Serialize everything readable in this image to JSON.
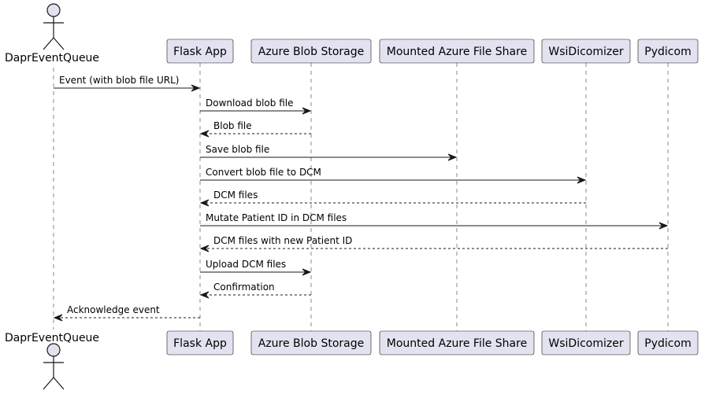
{
  "diagram": {
    "actor": {
      "name": "DaprEventQueue"
    },
    "participants": [
      {
        "id": "flask",
        "name": "Flask App"
      },
      {
        "id": "blob",
        "name": "Azure Blob Storage"
      },
      {
        "id": "share",
        "name": "Mounted Azure File Share"
      },
      {
        "id": "wsi",
        "name": "WsiDicomizer"
      },
      {
        "id": "pydicom",
        "name": "Pydicom"
      }
    ],
    "messages": [
      {
        "from": "actor",
        "to": "flask",
        "label": "Event (with blob file URL)",
        "kind": "call"
      },
      {
        "from": "flask",
        "to": "blob",
        "label": "Download blob file",
        "kind": "call"
      },
      {
        "from": "blob",
        "to": "flask",
        "label": "Blob file",
        "kind": "reply"
      },
      {
        "from": "flask",
        "to": "share",
        "label": "Save blob file",
        "kind": "call"
      },
      {
        "from": "flask",
        "to": "wsi",
        "label": "Convert blob file to DCM",
        "kind": "call"
      },
      {
        "from": "wsi",
        "to": "flask",
        "label": "DCM files",
        "kind": "reply"
      },
      {
        "from": "flask",
        "to": "pydicom",
        "label": "Mutate Patient ID in DCM files",
        "kind": "call"
      },
      {
        "from": "pydicom",
        "to": "flask",
        "label": "DCM files with new Patient ID",
        "kind": "reply"
      },
      {
        "from": "flask",
        "to": "blob",
        "label": "Upload DCM files",
        "kind": "call"
      },
      {
        "from": "blob",
        "to": "flask",
        "label": "Confirmation",
        "kind": "reply"
      },
      {
        "from": "flask",
        "to": "actor",
        "label": "Acknowledge event",
        "kind": "reply"
      }
    ]
  }
}
